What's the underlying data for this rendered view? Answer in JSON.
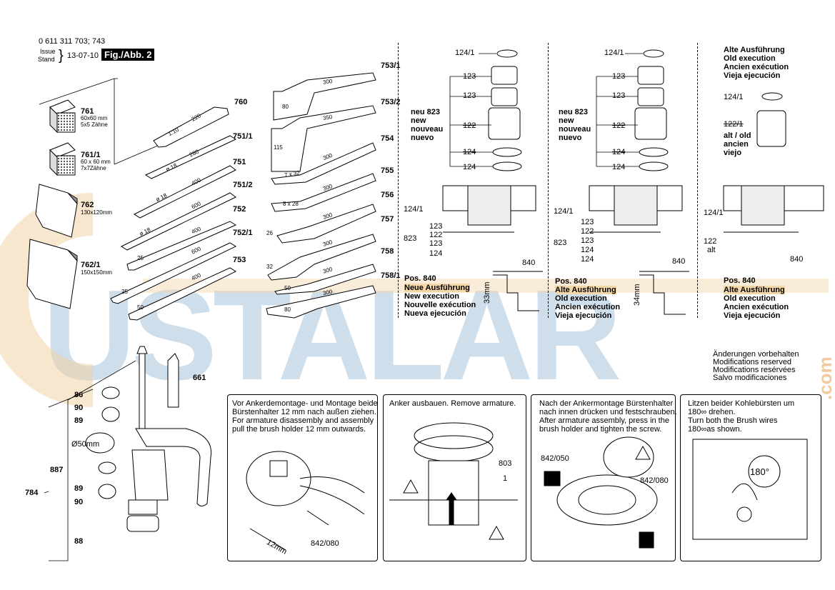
{
  "header": {
    "doc_number": "0 611 311 703; 743",
    "issue_label_1": "Issue",
    "issue_label_2": "Stand",
    "issue_date": "13-07-10",
    "figure": "Fig./Abb. 2"
  },
  "watermark": {
    "text": "USTALAR",
    "suffix": ".com",
    "color_blue": "#a9c4dc",
    "color_orange": "#e8a860"
  },
  "left_parts": {
    "p761": {
      "num": "761",
      "size": "60x60 mm",
      "teeth": "5x5 Zähne"
    },
    "p761_1": {
      "num": "761/1",
      "size": "60 x 60 mm",
      "teeth": "7x7Zähne"
    },
    "p762": {
      "num": "762",
      "size": "130x120mm"
    },
    "p762_1": {
      "num": "762/1",
      "size": "150x150mm"
    }
  },
  "chisels_left": [
    {
      "num": "760",
      "len": "220",
      "sub": "1:10"
    },
    {
      "num": "751/1",
      "len": "280",
      "sub": "ø 18"
    },
    {
      "num": "751",
      "len": "400",
      "sub": "ø 18"
    },
    {
      "num": "751/2",
      "len": "600",
      "sub": "ø 18"
    },
    {
      "num": "752",
      "len": "400",
      "sub": "25"
    },
    {
      "num": "752/1",
      "len": "600",
      "sub": "25"
    },
    {
      "num": "753",
      "len": "400",
      "sub": "50"
    }
  ],
  "chisels_right": [
    {
      "num": "753/1",
      "len": "300",
      "sub": "80"
    },
    {
      "num": "753/2",
      "len": "350",
      "sub": "115"
    },
    {
      "num": "754",
      "len": "300",
      "sub": "7 x 32"
    },
    {
      "num": "755",
      "len": "300",
      "sub": "8 x 28"
    },
    {
      "num": "756",
      "len": "300",
      "sub": "26"
    },
    {
      "num": "757",
      "len": "300",
      "sub": "32"
    },
    {
      "num": "758",
      "len": "300",
      "sub": "50"
    },
    {
      "num": "758/1",
      "len": "300",
      "sub": "80"
    }
  ],
  "handle": {
    "l86": "86",
    "l90a": "90",
    "l89a": "89",
    "diam": "Ø50mm",
    "l887": "887",
    "l89b": "89",
    "l90b": "90",
    "l784": "784",
    "l88": "88",
    "l661": "661"
  },
  "col1": {
    "l124_1": "124/1",
    "l123a": "123",
    "l123b": "123",
    "new_823": "neu 823",
    "new": "new",
    "nouveau": "nouveau",
    "nuevo": "nuevo",
    "l122": "122",
    "l124a": "124",
    "l124b": "124",
    "s124_1": "124/1",
    "s823": "823",
    "s123a": "123",
    "s122": "122",
    "s123b": "123",
    "s124": "124",
    "s840": "840",
    "dim": "33mm",
    "pos": "Pos. 840",
    "lang1": "Neue Ausführung",
    "lang2": "New execution",
    "lang3": "Nouvelle exécution",
    "lang4": "Nueva ejecución"
  },
  "col2": {
    "l124_1": "124/1",
    "l123a": "123",
    "l123b": "123",
    "new_823": "neu 823",
    "new": "new",
    "nouveau": "nouveau",
    "nuevo": "nuevo",
    "l122": "122",
    "l124a": "124",
    "l124b": "124",
    "s124_1": "124/1",
    "s823": "823",
    "s123a": "123",
    "s122": "122",
    "s123b": "123",
    "s124a": "124",
    "s124b": "124",
    "s840": "840",
    "dim": "34mm",
    "pos": "Pos. 840",
    "lang1": "Alte Ausführung",
    "lang2": "Old execution",
    "lang3": "Ancien exécution",
    "lang4": "Vieja ejecución"
  },
  "col3": {
    "title1": "Alte Ausführung",
    "title2": "Old execution",
    "title3": "Ancien exécution",
    "title4": "Vieja ejecución",
    "l124_1": "124/1",
    "l122_1": "122/1",
    "alt_old": "alt / old",
    "ancien": "ancien",
    "viejo": "viejo",
    "s124_1": "124/1",
    "s122": "122",
    "salt": "alt",
    "s840": "840",
    "pos": "Pos. 840",
    "lang1": "Alte Ausführung",
    "lang2": "Old execution",
    "lang3": "Ancien exécution",
    "lang4": "Vieja ejecución"
  },
  "notes": {
    "n1": "Änderungen vorbehalten",
    "n2": "Modifications reserved",
    "n3": "Modifications resérvées",
    "n4": "Salvo modificaciones"
  },
  "panels": [
    {
      "text": [
        "Vor Ankerdemontage- und Montage beide",
        "Bürstenhalter 12 mm nach außen ziehen.",
        "For armature disassembly and assembly",
        "pull the brush holder 12 mm outwards."
      ],
      "labels": {
        "a": "842/080",
        "b": "12mm"
      }
    },
    {
      "text": [
        "Anker ausbauen. Remove armature."
      ],
      "labels": {
        "a": "803",
        "b": "1"
      }
    },
    {
      "text": [
        "Nach der Ankermontage Bürstenhalter",
        "nach innen drücken und festschrauben.",
        "After armature assembly, press in the",
        "brush holder and tighten the screw."
      ],
      "labels": {
        "a": "842/050",
        "b": "842/080"
      }
    },
    {
      "text": [
        "Litzen beider Kohlebürsten um",
        "180∞ drehen.",
        "Turn both the Brush wires",
        "180∞as shown."
      ],
      "labels": {
        "a": "180°"
      }
    }
  ]
}
